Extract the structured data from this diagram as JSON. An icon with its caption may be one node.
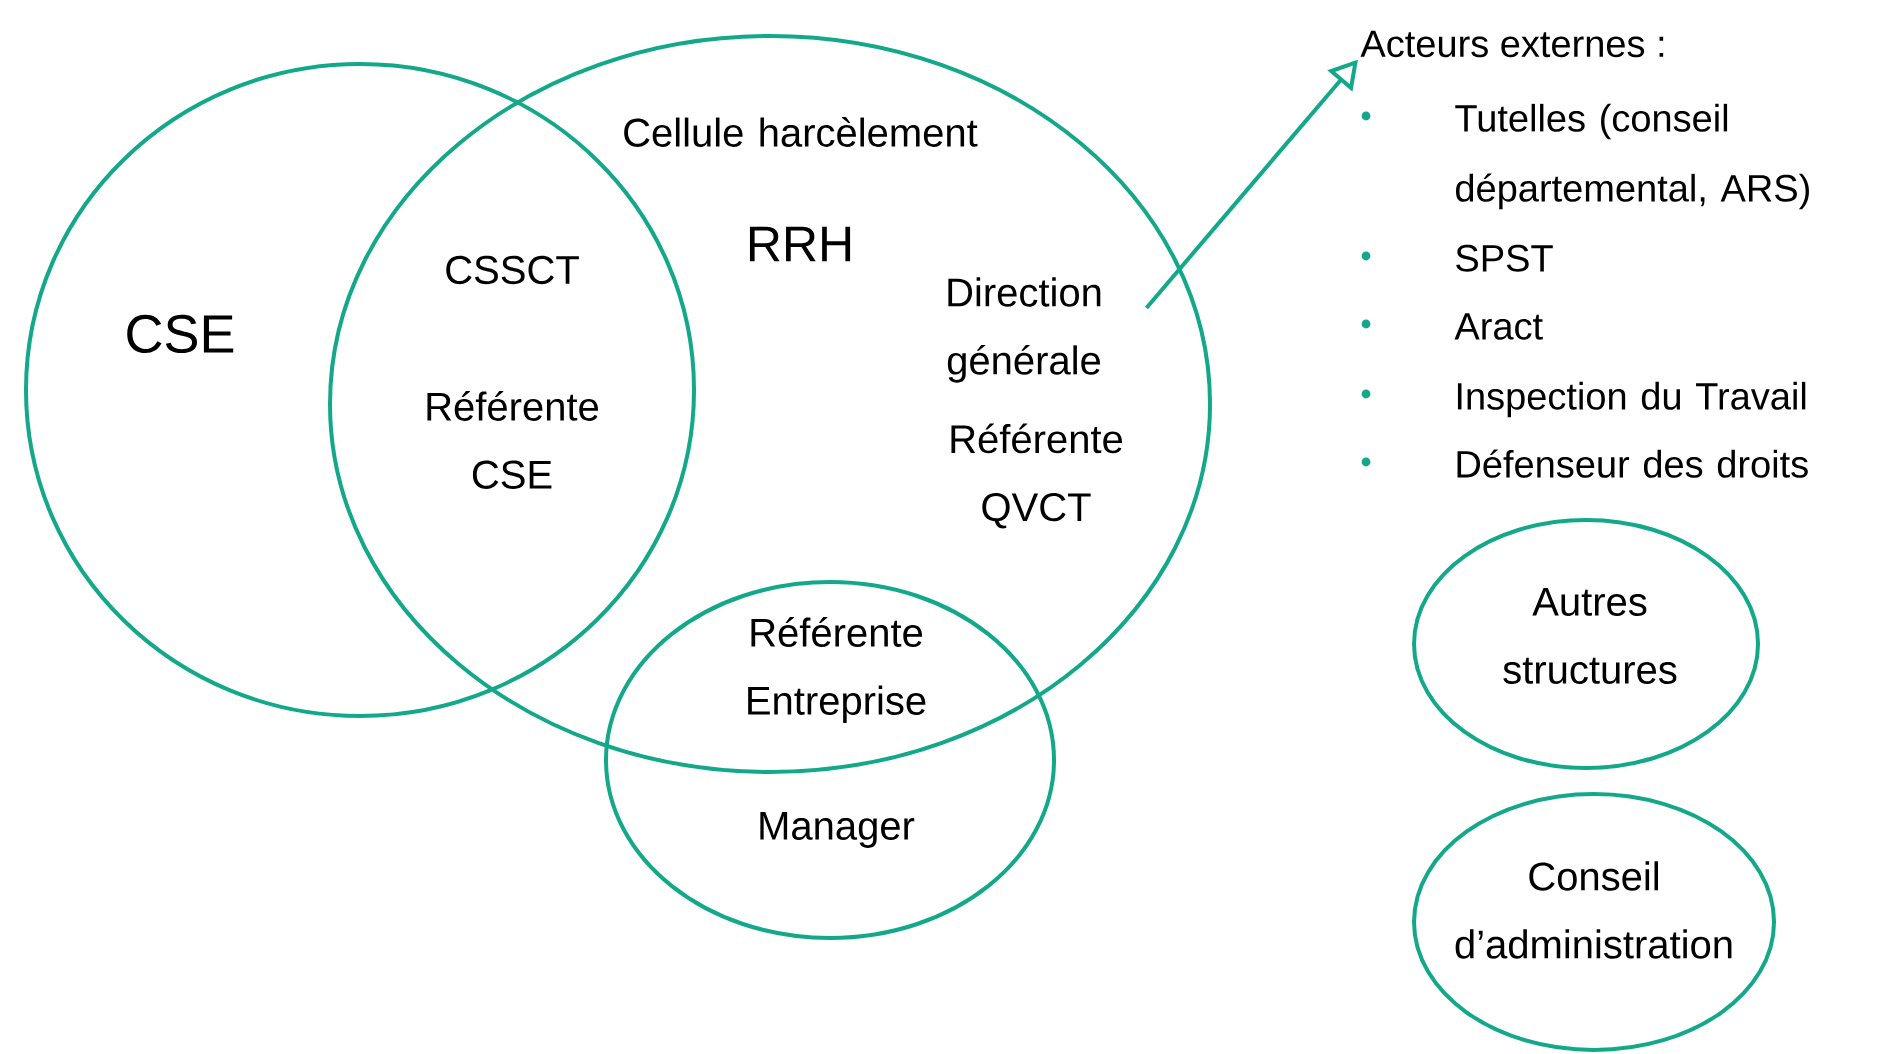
{
  "diagram": {
    "nodes": [
      {
        "text": [
          "CSE"
        ]
      },
      {
        "text": [
          "Cellule harcèlement",
          "RRH",
          "Référente QVCT"
        ]
      },
      {
        "text": [
          "Direction générale"
        ],
        "in": 1
      },
      {
        "text": [
          "Manager"
        ]
      },
      {
        "text": [
          "Acteurs externes :",
          "Tutelles (conseil départemental, ARS)",
          "SPST",
          "Aract",
          "Inspection du Travail",
          "Défenseur des droits"
        ]
      },
      {
        "text": [
          "Autres structures"
        ]
      },
      {
        "text": [
          "Conseil d’administration"
        ]
      }
    ],
    "edges": [
      {
        "from": 2,
        "to": 4,
        "arrow": "to"
      }
    ],
    "labels": [
      "CSSCT",
      "Référente CSE",
      "Référente Entreprise"
    ]
  }
}
